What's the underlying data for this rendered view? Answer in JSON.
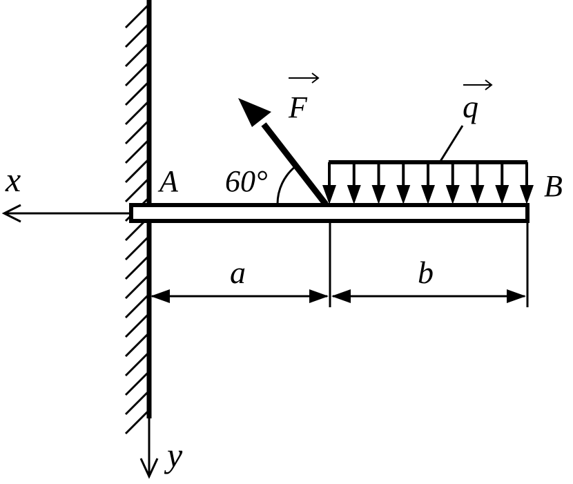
{
  "diagram": {
    "labels": {
      "x_axis": "x",
      "y_axis": "y",
      "point_a": "A",
      "point_b": "B",
      "force": "F",
      "load": "q",
      "angle": "60°",
      "dim_a": "a",
      "dim_b": "b"
    },
    "force_angle_deg": 60,
    "load_arrow_count": 9,
    "colors": {
      "ink": "#000000",
      "background": "#ffffff"
    }
  }
}
